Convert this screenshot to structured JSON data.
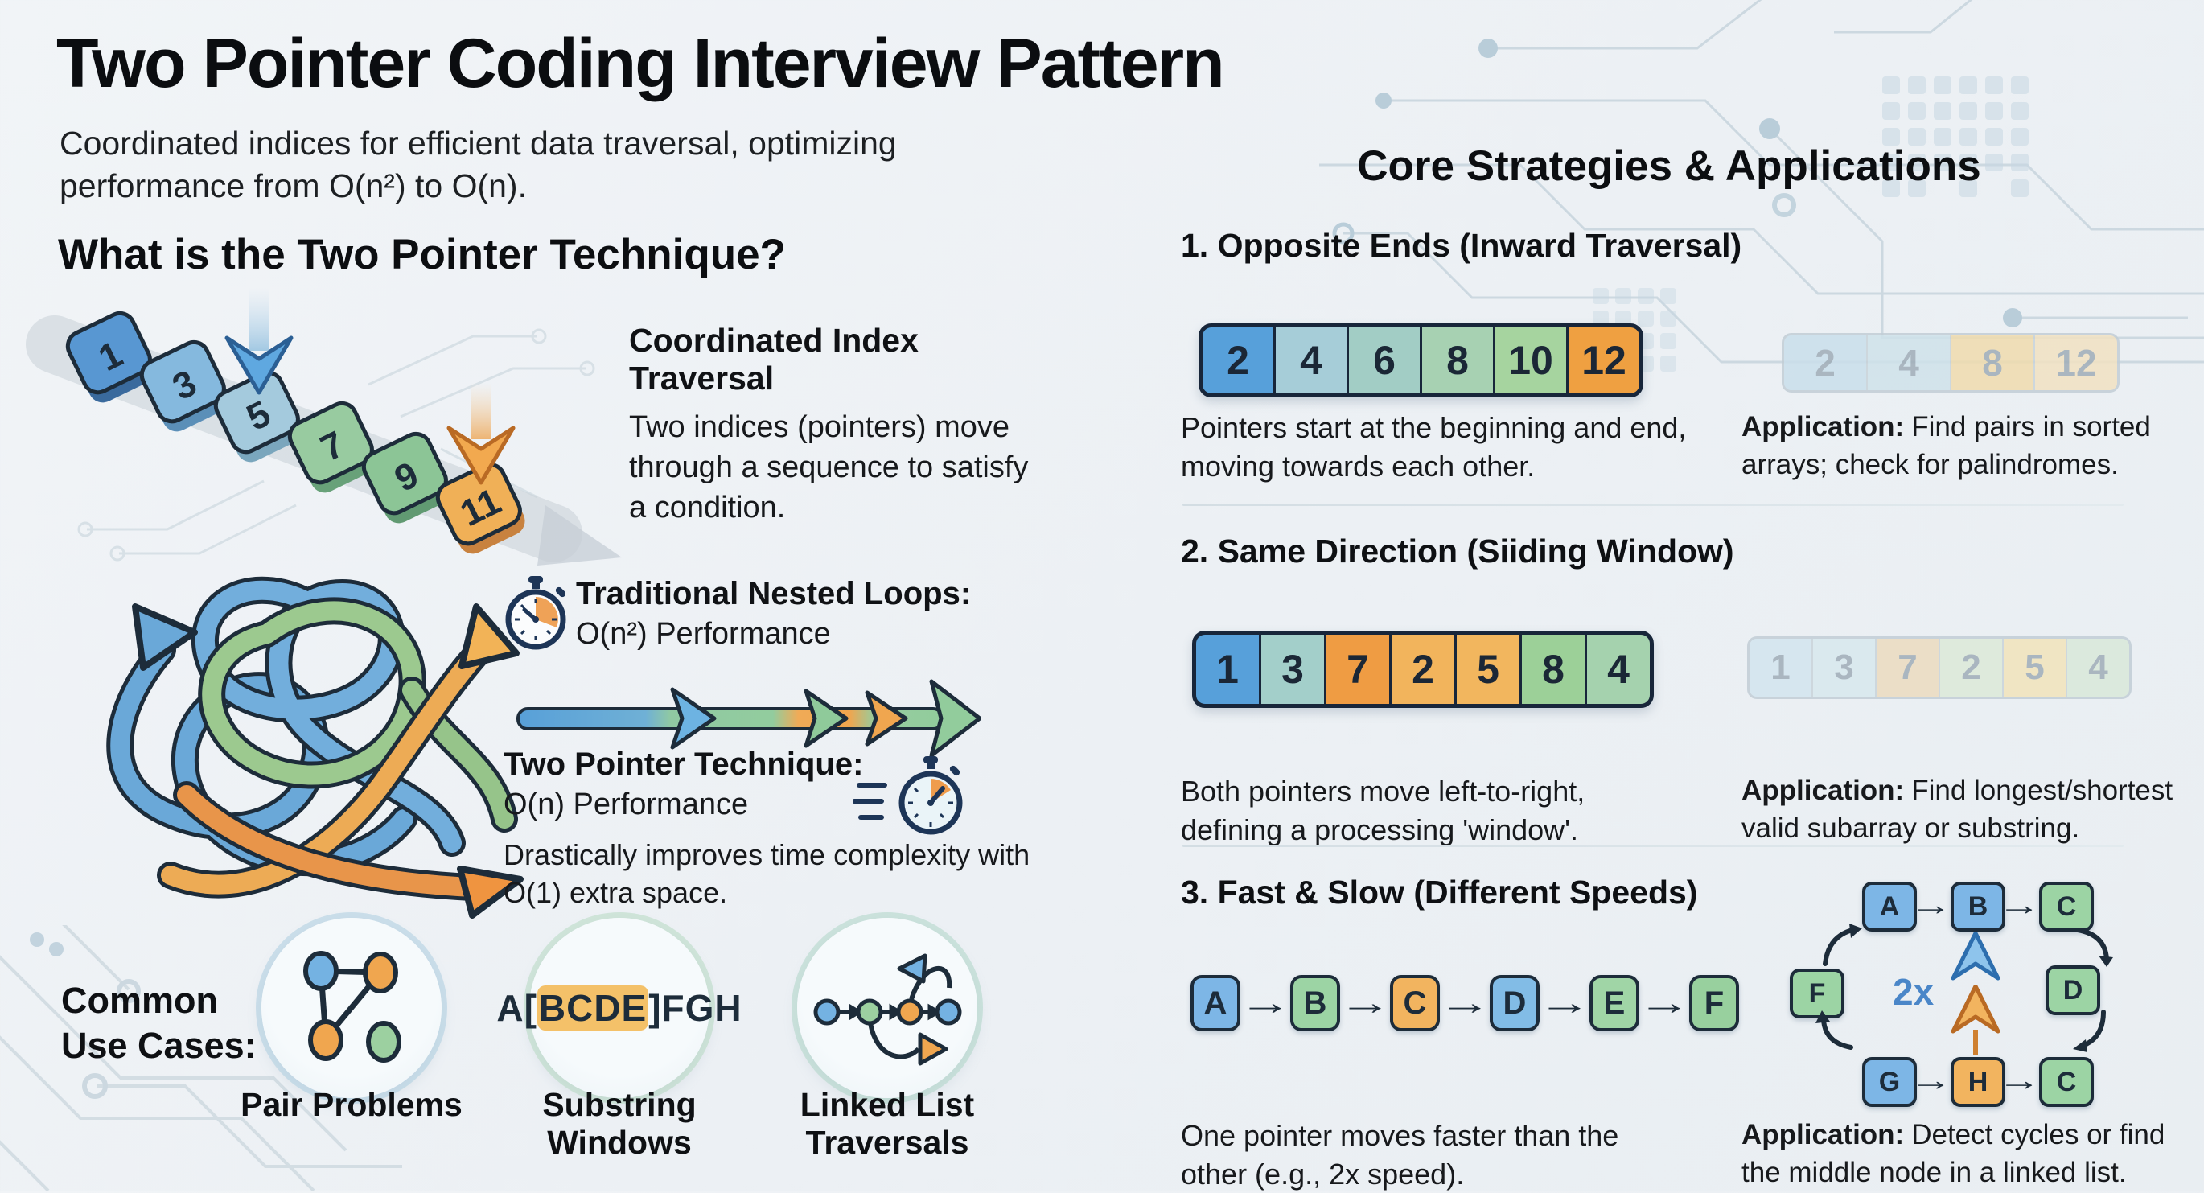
{
  "header": {
    "title": "Two Pointer Coding Interview Pattern",
    "subtitle": "Coordinated indices for efficient data traversal, optimizing performance from O(n²) to O(n)."
  },
  "left": {
    "heading": "What is the Two Pointer Technique?",
    "blocks": {
      "values": [
        "1",
        "3",
        "5",
        "7",
        "9",
        "11"
      ],
      "tops": [
        "#5897d2",
        "#85b9de",
        "#a4cadd",
        "#98cba0",
        "#8cc596",
        "#f0b057"
      ],
      "sides": [
        "#3a6a9d",
        "#5b8fb8",
        "#7aa6bd",
        "#68a179",
        "#619a72",
        "#c8823f"
      ]
    },
    "coordinated": {
      "title": "Coordinated Index Traversal",
      "body": "Two indices (pointers) move through a sequence to satisfy a condition."
    },
    "nested": {
      "title": "Traditional Nested Loops:",
      "subtitle": "O(n²) Performance"
    },
    "two_pointer": {
      "title": "Two Pointer Technique:",
      "subtitle": "O(n) Performance",
      "note": "Drastically improves time complexity with O(1) extra space."
    },
    "use_cases": {
      "label": "Common Use Cases:",
      "pair": {
        "label": "Pair Problems"
      },
      "substring": {
        "label": "Substring Windows",
        "prefix": "A[",
        "window": "BCDE",
        "suffix": "]FGH"
      },
      "linked": {
        "label": "Linked List Traversals"
      }
    }
  },
  "right": {
    "heading": "Core Strategies & Applications",
    "sections": [
      {
        "title": "1. Opposite Ends (Inward Traversal)",
        "array": {
          "values": [
            "2",
            "4",
            "6",
            "8",
            "10",
            "12"
          ],
          "colors": [
            "#57a0da",
            "#a6cdd8",
            "#a2cdc5",
            "#a7d1b2",
            "#a6d49f",
            "#efa041"
          ]
        },
        "faded": {
          "values": [
            "2",
            "4",
            "8",
            "12"
          ],
          "colors": [
            "#cadfeb",
            "#cfe2ea",
            "#f0dcae",
            "#f2e2c2"
          ]
        },
        "description": "Pointers start at the beginning and end, moving towards each other.",
        "app_label": "Application:",
        "app_text": "Find pairs in sorted arrays; check for palindromes."
      },
      {
        "title": "2. Same Direction (Siiding Window)",
        "array": {
          "values": [
            "1",
            "3",
            "7",
            "2",
            "5",
            "8",
            "4"
          ],
          "colors": [
            "#57a0da",
            "#a3cfca",
            "#ef9c43",
            "#f2b45c",
            "#f2b65e",
            "#9cd098",
            "#a5d2ae"
          ]
        },
        "faded": {
          "values": [
            "1",
            "3",
            "7",
            "2",
            "5",
            "4"
          ],
          "colors": [
            "#d3e5ef",
            "#d8e8ee",
            "#ecdcc0",
            "#dcead8",
            "#f2e4bb",
            "#d9e9da"
          ]
        },
        "description": "Both pointers move left-to-right, defining a processing 'window'.",
        "app_label": "Application:",
        "app_text": "Find longest/shortest valid subarray or substring."
      },
      {
        "title": "3. Fast & Slow (Different Speeds)",
        "chain": {
          "values": [
            "A",
            "B",
            "C",
            "D",
            "E",
            "F"
          ],
          "colors": [
            "#7db6e6",
            "#9cd4a4",
            "#f2b45f",
            "#82bce6",
            "#a0d5a6",
            "#98d09e"
          ]
        },
        "cycle": {
          "speed_label": "2x",
          "nodes": [
            {
              "label": "A",
              "color": "#7db6e6"
            },
            {
              "label": "B",
              "color": "#7db6e6"
            },
            {
              "label": "C",
              "color": "#9cd4a4"
            },
            {
              "label": "F",
              "color": "#9cd4a4"
            },
            {
              "label": "D",
              "color": "#9cd4a4"
            },
            {
              "label": "G",
              "color": "#7db6e6"
            },
            {
              "label": "H",
              "color": "#f2b45f"
            },
            {
              "label": "C",
              "color": "#9cd4a4"
            }
          ]
        },
        "description": "One pointer moves faster than the other (e.g., 2x speed).",
        "app_label": "Application:",
        "app_text": "Detect cycles or find the middle node in a linked list."
      }
    ]
  },
  "colors": {
    "accent_blue": "#4a86c8",
    "accent_orange": "#ef9f43",
    "accent_green": "#8fc897",
    "outline_dark": "#1d2c3a"
  }
}
